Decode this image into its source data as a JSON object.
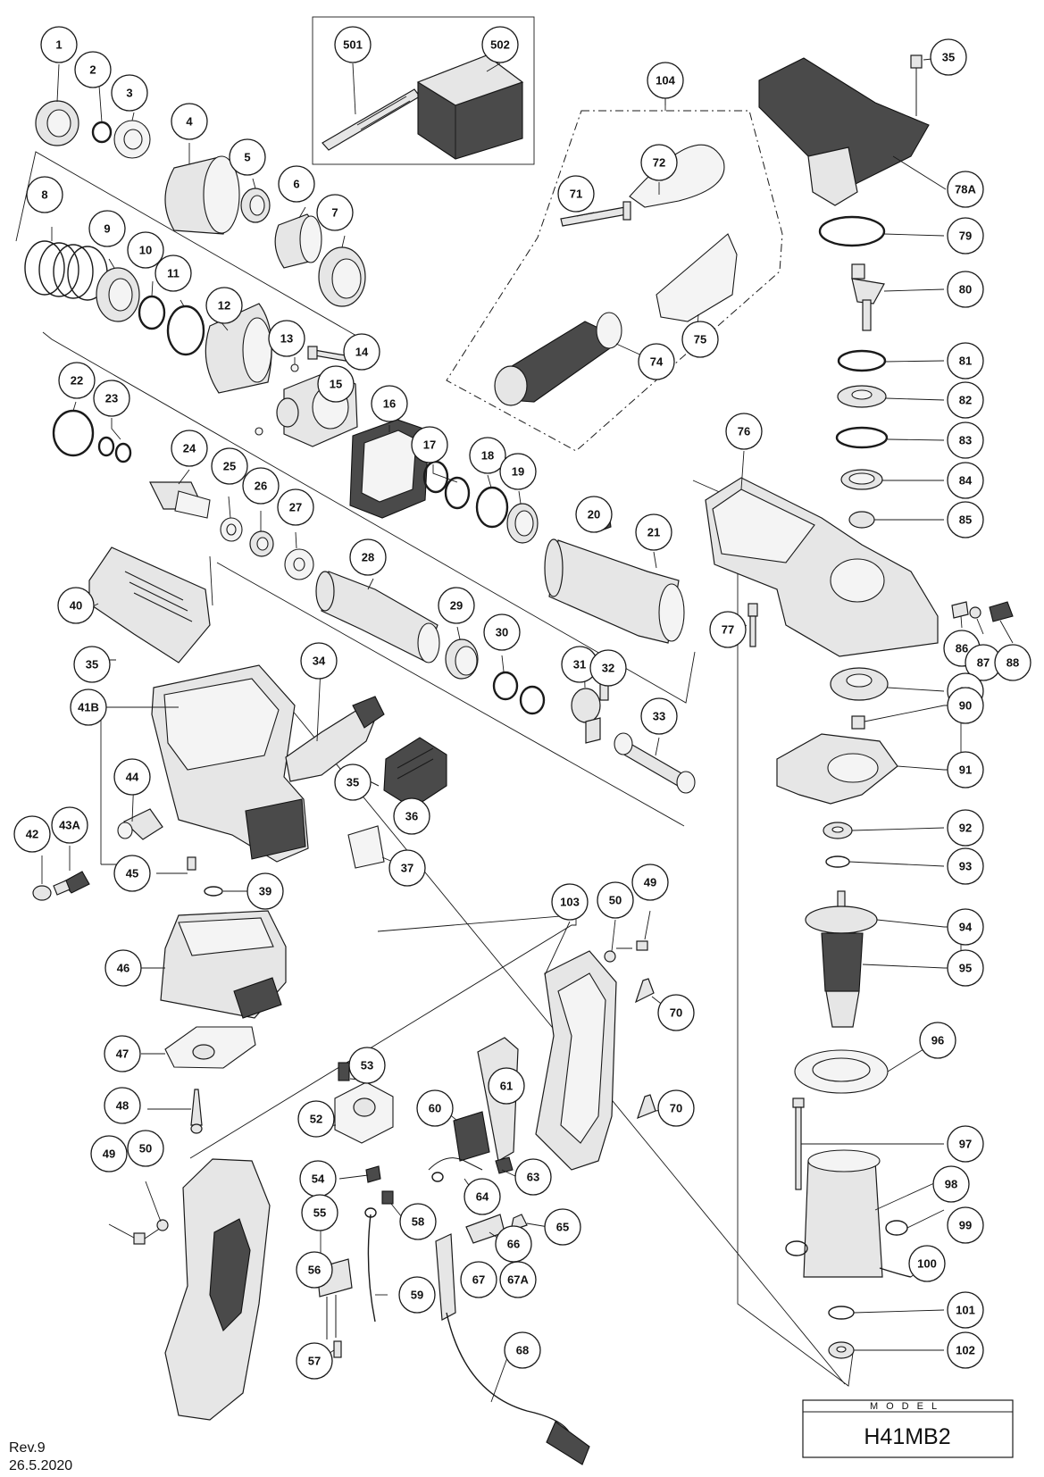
{
  "model": {
    "label": "MODEL",
    "value": "H41MB2"
  },
  "revision": {
    "rev": "Rev.9",
    "date": "26.5.2020"
  },
  "callouts": [
    "1",
    "2",
    "3",
    "4",
    "5",
    "6",
    "7",
    "8",
    "9",
    "10",
    "11",
    "12",
    "13",
    "14",
    "15",
    "16",
    "17",
    "18",
    "19",
    "20",
    "21",
    "22",
    "23",
    "24",
    "25",
    "26",
    "27",
    "28",
    "29",
    "30",
    "31",
    "32",
    "33",
    "34",
    "35",
    "35",
    "35",
    "36",
    "37",
    "39",
    "40",
    "41B",
    "42",
    "43A",
    "44",
    "45",
    "46",
    "47",
    "48",
    "49",
    "49",
    "50",
    "50",
    "52",
    "53",
    "54",
    "55",
    "56",
    "57",
    "58",
    "59",
    "60",
    "61",
    "63",
    "64",
    "65",
    "66",
    "67",
    "67A",
    "68",
    "70",
    "70",
    "71",
    "72",
    "74",
    "75",
    "76",
    "77",
    "78A",
    "79",
    "80",
    "81",
    "82",
    "83",
    "84",
    "85",
    "86",
    "87",
    "88",
    "89",
    "90",
    "91",
    "92",
    "93",
    "94",
    "95",
    "96",
    "97",
    "98",
    "99",
    "100",
    "101",
    "102",
    "103",
    "104",
    "501",
    "502"
  ]
}
